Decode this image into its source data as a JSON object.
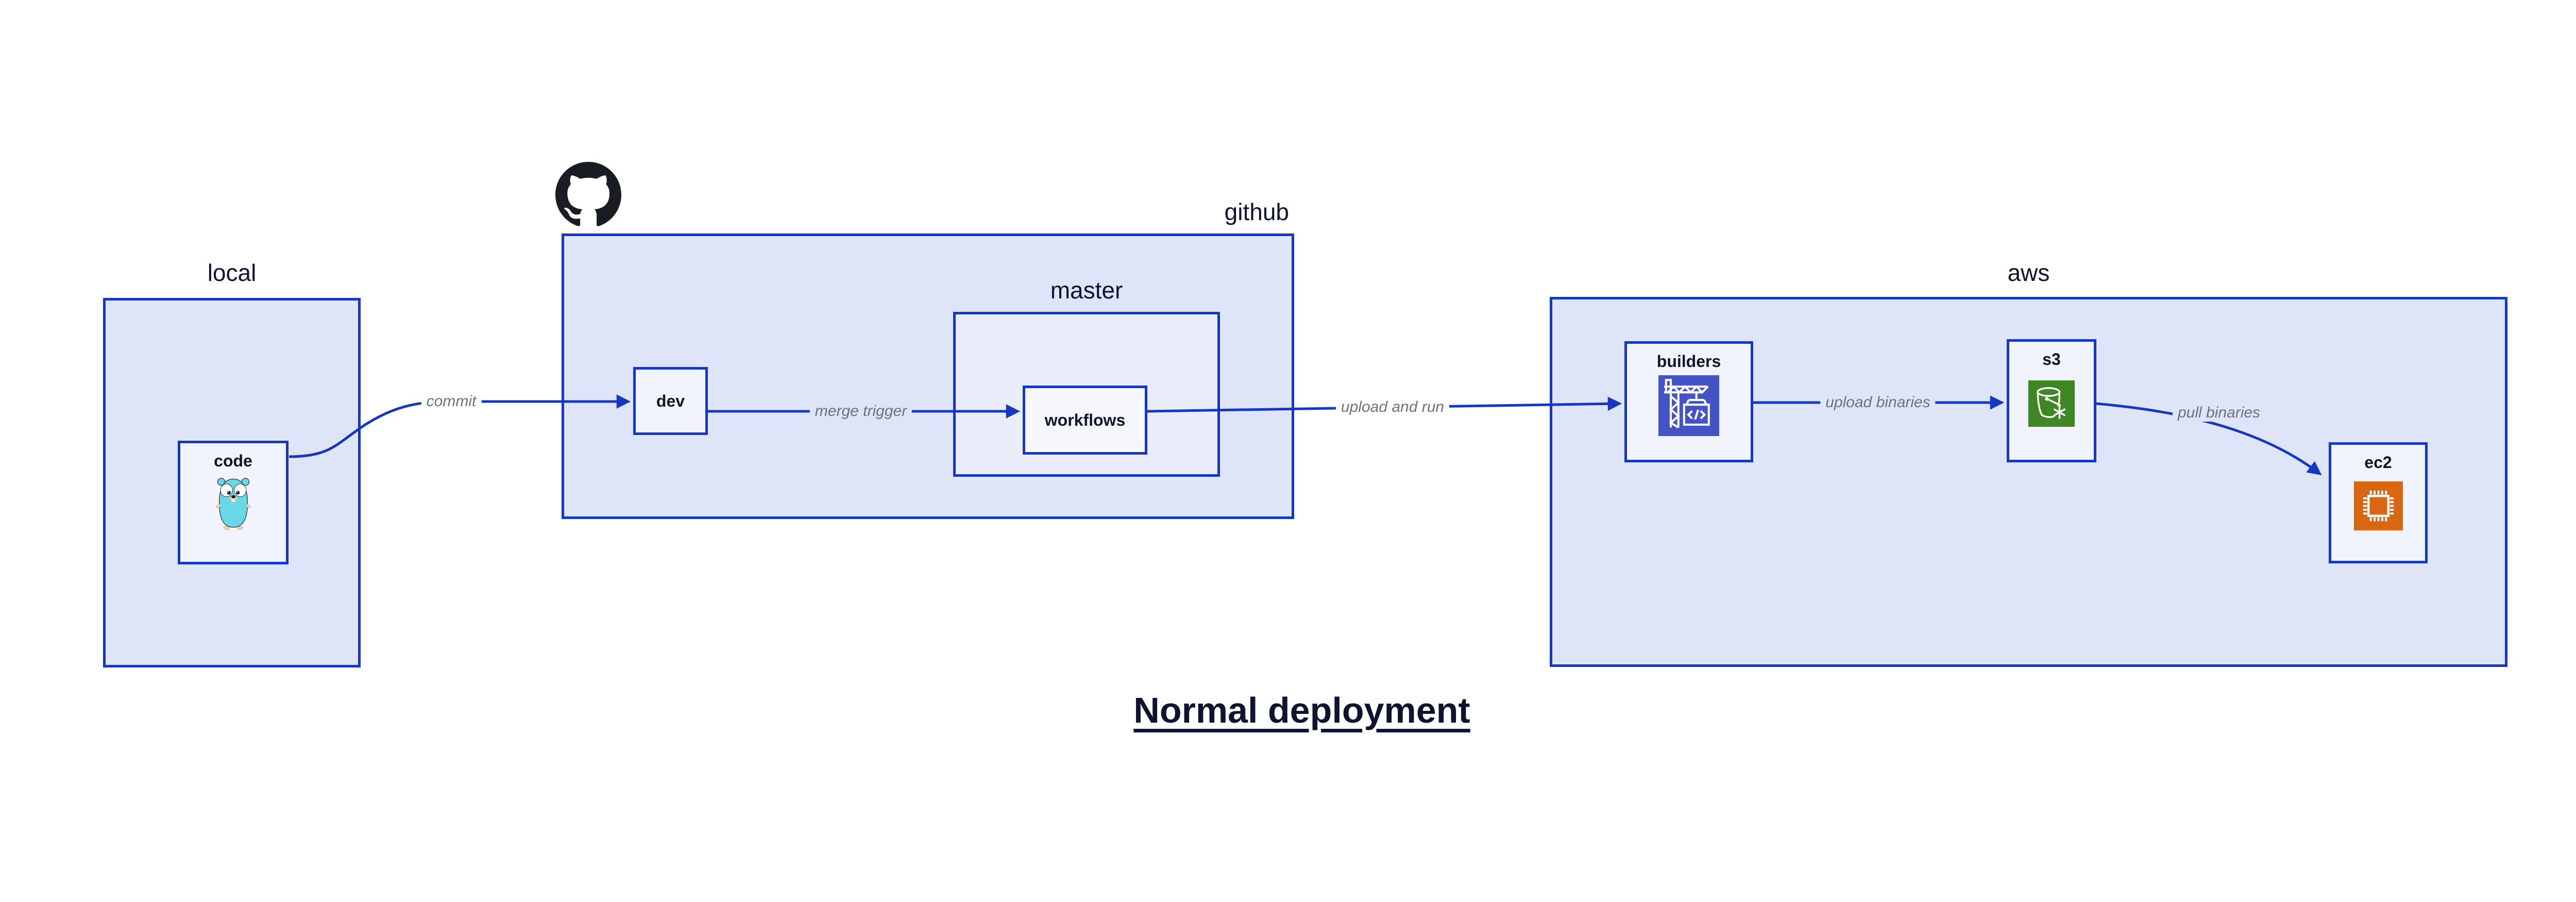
{
  "title": {
    "text": "Normal deployment"
  },
  "groups": {
    "local": {
      "label": "local"
    },
    "github": {
      "label": "github"
    },
    "master": {
      "label": "master"
    },
    "aws": {
      "label": "aws"
    }
  },
  "nodes": {
    "code": {
      "label": "code",
      "icon": "go-gopher"
    },
    "dev": {
      "label": "dev"
    },
    "workflows": {
      "label": "workflows"
    },
    "builders": {
      "label": "builders",
      "icon": "codebuild-crane"
    },
    "s3": {
      "label": "s3",
      "icon": "s3-bucket-snowflake"
    },
    "ec2": {
      "label": "ec2",
      "icon": "ec2-chip"
    }
  },
  "edges": {
    "commit": {
      "label": "commit",
      "from": "code",
      "to": "dev"
    },
    "merge_trigger": {
      "label": "merge trigger",
      "from": "dev",
      "to": "workflows"
    },
    "upload_and_run": {
      "label": "upload and run",
      "from": "workflows",
      "to": "builders"
    },
    "upload_binaries": {
      "label": "upload binaries",
      "from": "builders",
      "to": "s3"
    },
    "pull_binaries": {
      "label": "pull binaries",
      "from": "s3",
      "to": "ec2"
    }
  },
  "icons": {
    "github_logo": "octocat-mark",
    "code": "go-gopher-mascot",
    "builders": "crane-with-code-box",
    "s3": "bucket-with-snowflake",
    "ec2": "processor-chip"
  },
  "colors": {
    "page_background": "#ffffff",
    "group_fill": "#dfe5f8",
    "nested_group_fill": "#e9edfa",
    "node_fill": "#f1f4fd",
    "border_and_arrows": "#1537c2",
    "dark_text": "#0e1330",
    "edge_label_gray": "#6b7280",
    "octocat_black": "#191d23",
    "codebuild_indigo": "#4453c6",
    "s3_green": "#3f8624",
    "ec2_orange": "#d86613",
    "gopher_teal": "#6ad7e5",
    "gopher_tan": "#f6d2a2"
  }
}
